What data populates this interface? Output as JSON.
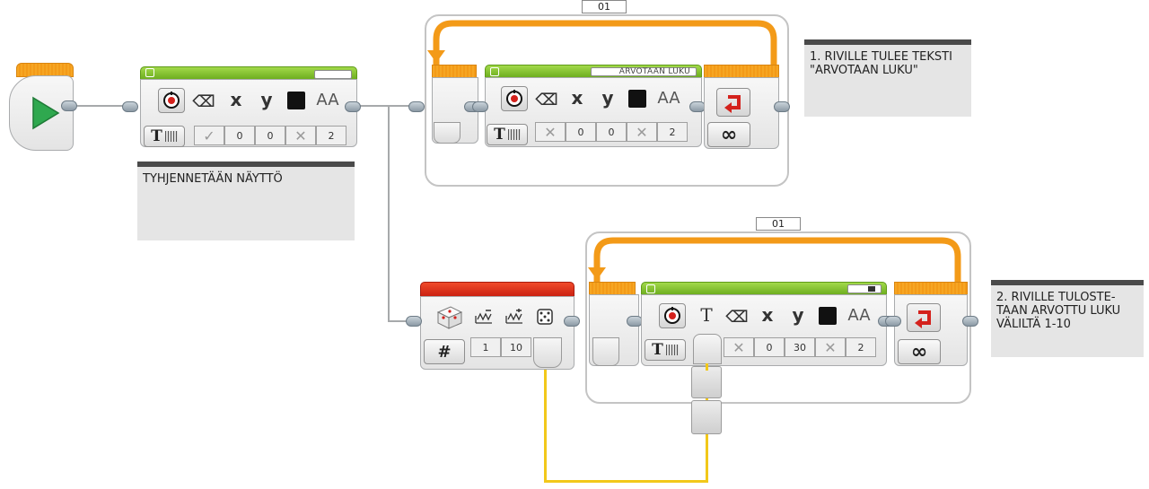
{
  "program": {
    "start_block": {
      "icon": "play-icon"
    },
    "clear_display_block": {
      "mode_type": "T",
      "params": {
        "clear": "✓",
        "x": "0",
        "y": "0",
        "color": "✕",
        "font": "2"
      },
      "labels": {
        "x": "x",
        "y": "y",
        "font": "AA"
      }
    },
    "comment1": {
      "text": "TYHJENNETÄÄN NÄYTTÖ"
    },
    "loop1": {
      "name": "01",
      "display_block": {
        "title": "ARVOTAAN LUKU",
        "mode_type": "T",
        "params": {
          "clear": "✕",
          "x": "0",
          "y": "0",
          "color": "✕",
          "font": "2"
        },
        "labels": {
          "x": "x",
          "y": "y",
          "font": "AA"
        }
      },
      "end": {
        "icon": "loop-arrow-icon",
        "mode": "∞"
      }
    },
    "comment2": {
      "text": "1. RIVILLE TULEE TEKSTI \"ARVOTAAN LUKU\""
    },
    "random_block": {
      "mode": "#",
      "params": {
        "lower": "1",
        "upper": "10"
      }
    },
    "loop2": {
      "name": "01",
      "display_block": {
        "mode_type": "T",
        "params": {
          "clear": "✕",
          "x": "0",
          "y": "30",
          "color": "✕",
          "font": "2"
        },
        "labels": {
          "text": "T",
          "x": "x",
          "y": "y",
          "font": "AA"
        }
      },
      "end": {
        "icon": "loop-arrow-icon",
        "mode": "∞"
      }
    },
    "comment3": {
      "text": "2. RIVILLE TULOSTE-TAAN ARVOTTU LUKU VÄLILTÄ 1-10"
    }
  },
  "colors": {
    "flow_wire": "#a7a9ab",
    "data_wire": "#f2c81a",
    "loop_orange": "#f39a18",
    "action_green": "#6aab1c",
    "math_red": "#c81e10"
  }
}
